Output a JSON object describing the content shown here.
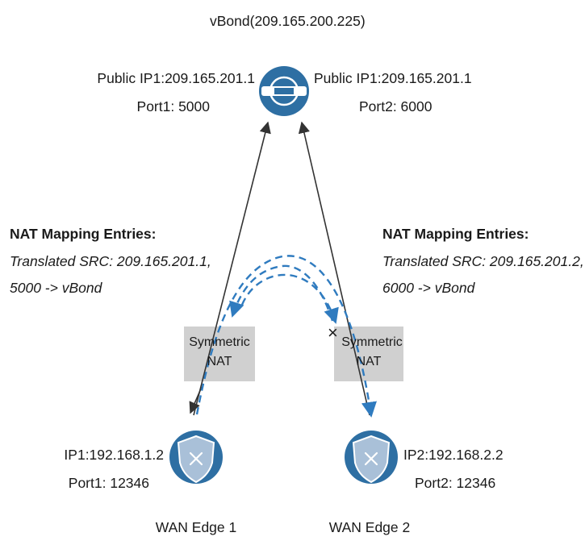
{
  "vbond": {
    "label": "vBond(209.165.200.225)",
    "icon": "vbond-orchestrator-icon",
    "left_public_ip": "Public IP1:209.165.201.1",
    "left_port": "Port1: 5000",
    "right_public_ip": "Public IP1:209.165.201.1",
    "right_port": "Port2: 6000"
  },
  "nat_left": {
    "heading": "NAT Mapping Entries:",
    "line1": "Translated SRC: 209.165.201.1,",
    "line2": "5000 -> vBond"
  },
  "nat_right": {
    "heading": "NAT Mapping Entries:",
    "line1": "Translated SRC: 209.165.201.2,",
    "line2": "6000 -> vBond"
  },
  "nat_boxes": {
    "box1_line1": "Symmetric",
    "box1_line2": "NAT",
    "box2_line1": "Symmetric",
    "box2_line2": "NAT",
    "blocked_mark": "×"
  },
  "edge1": {
    "ip": "IP1:192.168.1.2",
    "port": "Port1: 12346",
    "name": "WAN Edge 1",
    "icon": "router-shield-icon"
  },
  "edge2": {
    "ip": "IP2:192.168.2.2",
    "port": "Port2: 12346",
    "name": "WAN Edge 2",
    "icon": "router-shield-icon"
  },
  "colors": {
    "device_blue": "#2e6fa3",
    "device_dark": "#1f4f7a",
    "shield_fill": "#a9c0d8",
    "nat_box": "#d0d0d0",
    "arrow_solid": "#333333",
    "arrow_dashed": "#2f7bbf"
  }
}
